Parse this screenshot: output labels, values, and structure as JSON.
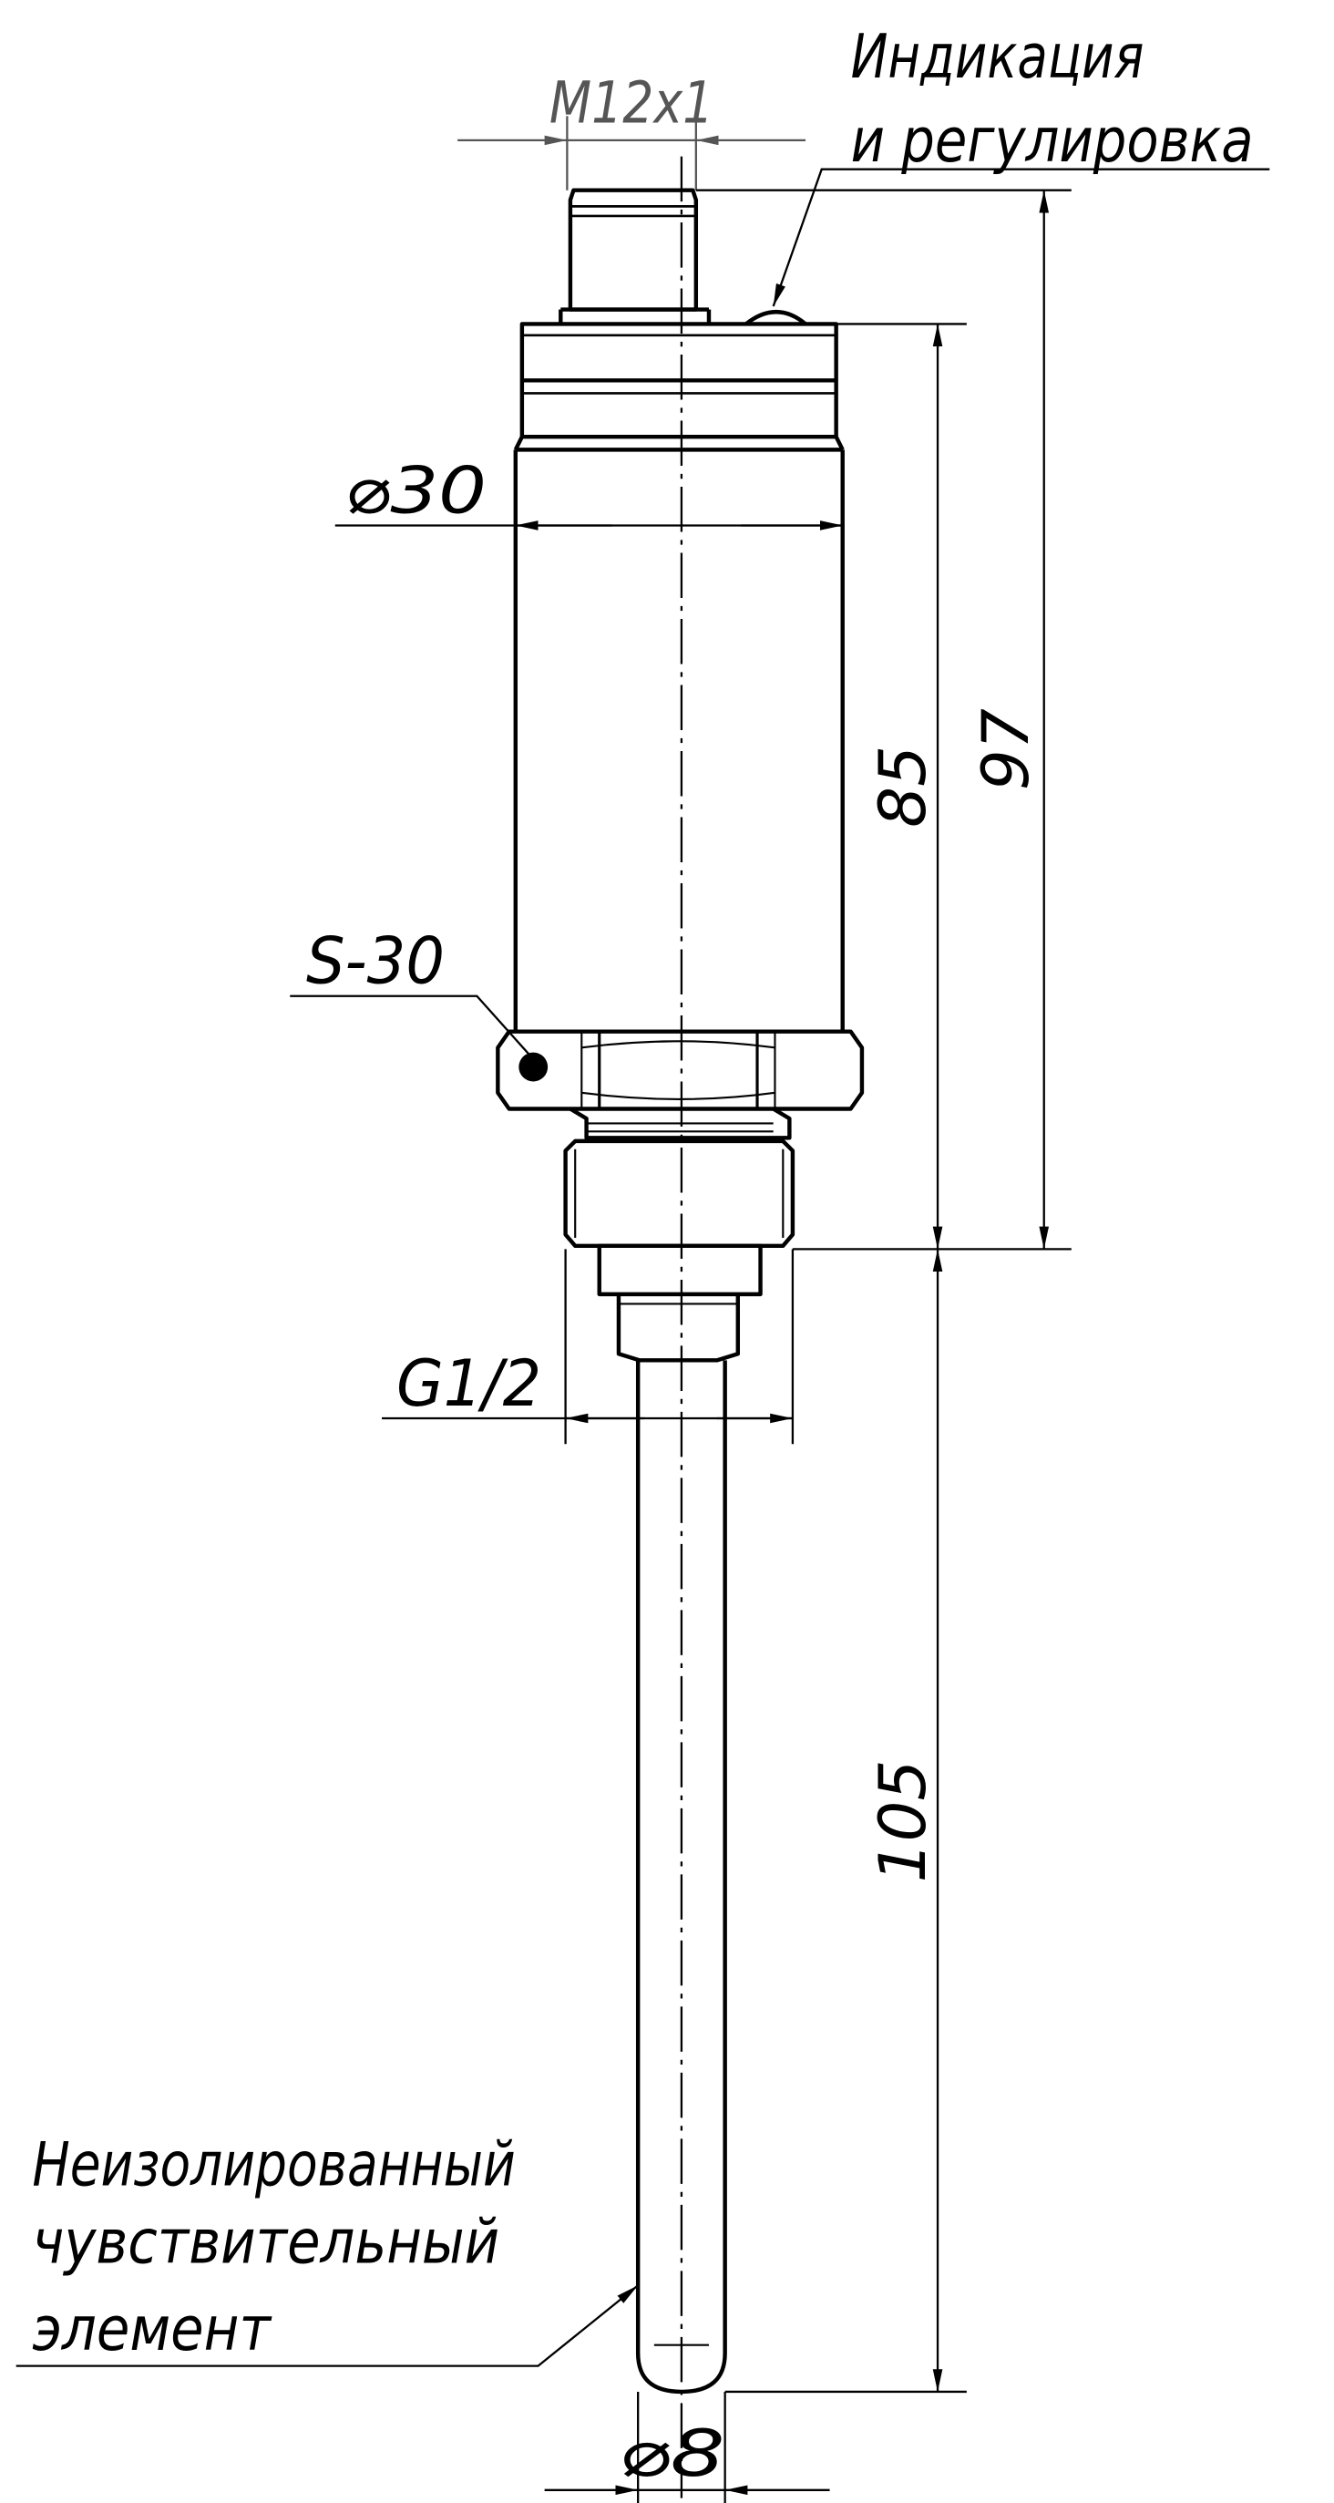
{
  "labels": {
    "thread_top": "M12x1",
    "indication_line1": "Индикация",
    "indication_line2": "и регулировка",
    "diameter_body": "⌀30",
    "dim_85": "85",
    "dim_97": "97",
    "wrench": "S-30",
    "thread_bottom": "G1/2",
    "dim_105": "105",
    "sensor_line1": "Неизолированный",
    "sensor_line2": "чувствительный",
    "sensor_line3": "элемент",
    "diameter_probe": "⌀8"
  },
  "colors": {
    "line": "#000000",
    "dim_grey": "#555555",
    "background": "#ffffff"
  }
}
